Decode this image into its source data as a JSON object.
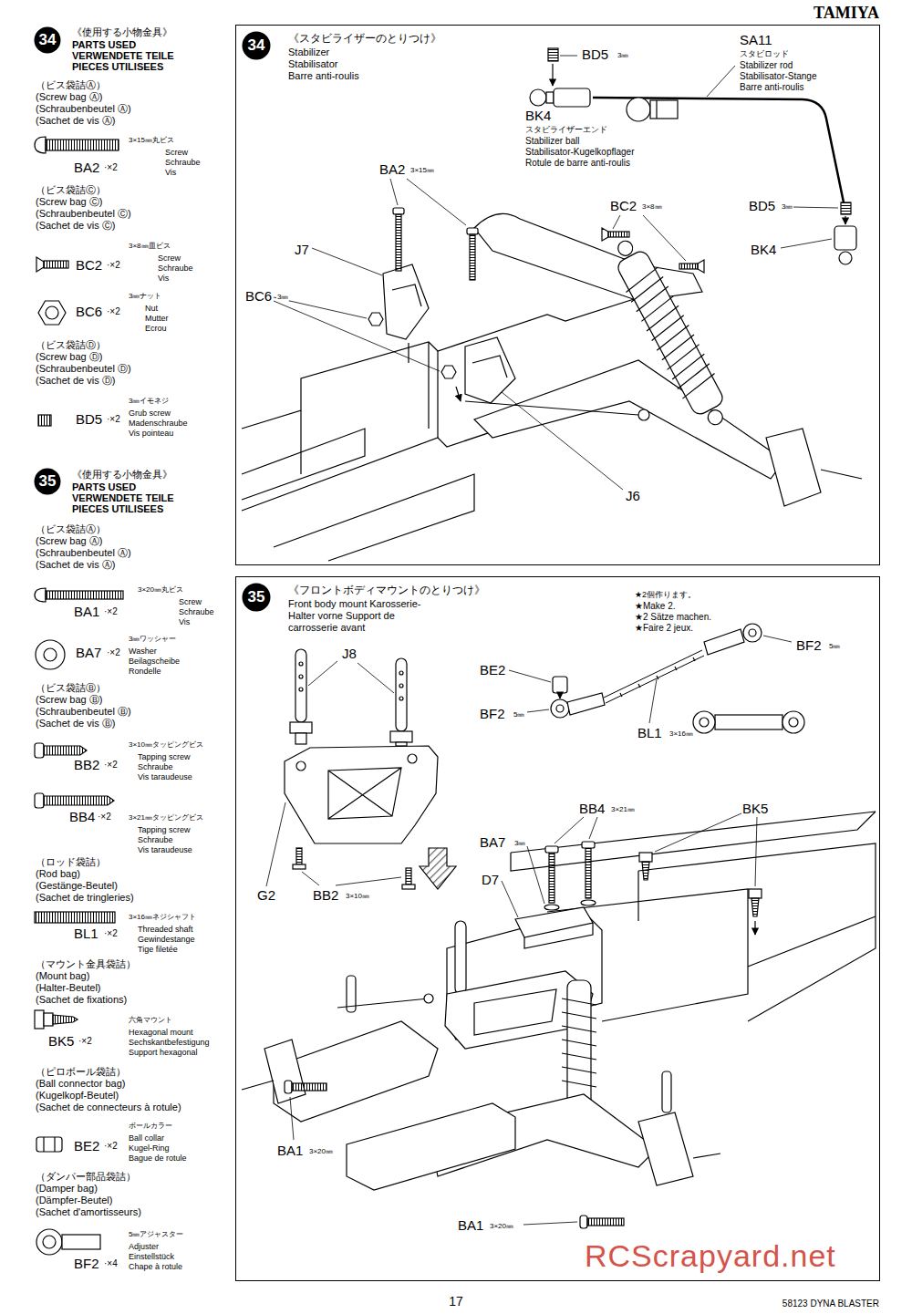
{
  "diagram": {
    "nodes": [
      {
        "text": [
          "34"
        ]
      },
      {
        "text": [
          "35"
        ]
      },
      {
        "text": [
          "《スタビライザーのとりつけ》",
          "Stabilizer Stabilisator Barre anti-roulis"
        ]
      },
      {
        "text": [
          "34"
        ],
        "in": 2
      },
      {
        "text": [
          "《フロントボディマウントのとりつけ》",
          "Front body mount Karosserie-Halter vorne Support de carrosserie avant"
        ]
      },
      {
        "text": [
          "35"
        ],
        "in": 4
      }
    ],
    "labels": [
      "《使用する小物金具》",
      "PARTS USED",
      "VERWENDETE TEILE",
      "PIECES UTILISEES",
      "（ビス袋詰Ⓐ）",
      "(Screw bag Ⓐ)",
      "(Schraubenbeutel Ⓐ)",
      "(Sachet de vis Ⓐ)",
      "3×15㎜丸ビス",
      "Screw",
      "Schraube",
      "Vis",
      "BA2",
      "·×2",
      "（ビス袋詰Ⓒ）",
      "(Screw bag Ⓒ)",
      "(Schraubenbeutel Ⓒ)",
      "(Sachet de vis Ⓒ)",
      "3×8㎜皿ビス",
      "Screw",
      "Schraube",
      "Vis",
      "BC2",
      "·×2",
      "3㎜ナット",
      "Nut",
      "Mutter",
      "Ecrou",
      "BC6",
      "·×2",
      "（ビス袋詰Ⓓ）",
      "(Screw bag Ⓓ)",
      "(Schraubenbeutel Ⓓ)",
      "(Sachet de vis Ⓓ)",
      "3㎜イモネジ",
      "Grub screw",
      "Madenschraube",
      "Vis pointeau",
      "BD5",
      "·×2",
      "《使用する小物金具》",
      "PARTS USED",
      "VERWENDETE TEILE",
      "PIECES UTILISEES",
      "（ビス袋詰Ⓐ）",
      "(Screw bag Ⓐ)",
      "(Schraubenbeutel Ⓐ)",
      "(Sachet de vis Ⓐ)",
      "3×20㎜丸ビス",
      "Screw",
      "Schraube",
      "Vis",
      "BA1",
      "·×2",
      "3㎜ワッシャー",
      "Washer",
      "Beilagscheibe",
      "Rondelle",
      "BA7",
      "·×2",
      "（ビス袋詰Ⓑ）",
      "(Screw bag Ⓑ)",
      "(Schraubenbeutel Ⓑ)",
      "(Sachet de vis Ⓑ)",
      "3×10㎜タッピングビス",
      "Tapping screw",
      "Schraube",
      "Vis taraudeuse",
      "BB2",
      "·×2",
      "BB4",
      "·×2",
      "3×21㎜タッピングビス",
      "Tapping screw",
      "Schraube",
      "Vis taraudeuse",
      "（ロッド袋詰）",
      "(Rod bag)",
      "(Gestänge-Beutel)",
      "(Sachet de tringleries)",
      "3×16㎜ネジシャフト",
      "Threaded shaft",
      "Gewindestange",
      "Tige filetée",
      "BL1",
      "·×2",
      "（マウント金具袋詰）",
      "(Mount bag)",
      "(Halter-Beutel)",
      "(Sachet de fixations)",
      "六角マウント",
      "Hexagonal mount",
      "Sechskantbefestigung",
      "Support hexagonal",
      "BK5",
      "·×2",
      "（ピロボール袋詰）",
      "(Ball connector bag)",
      "(Kugelkopf-Beutel)",
      "(Sachet de connecteurs à rotule)",
      "ボールカラー",
      "Ball collar",
      "Kugel-Ring",
      "Bague de rotule",
      "BE2",
      "·×2",
      "（ダンパー部品袋詰）",
      "(Damper bag)",
      "(Dämpfer-Beutel)",
      "(Sachet d'amortisseurs)",
      "5㎜アジャスター",
      "Adjuster",
      "Einstellstück",
      "Chape à rotule",
      "BF2",
      "·×4",
      "BD5",
      "3㎜",
      "BK4",
      "スタビライザーエンド",
      "Stabilizer ball",
      "Stabilisator-Kugelkopflager",
      "Rotule de barre anti-roulis",
      "SA11",
      "スタビロッド",
      "Stabilizer rod",
      "Stabilisator-Stange",
      "Barre anti-roulis",
      "BA2",
      "3×15㎜",
      "BC2",
      "3×8㎜",
      "BD5",
      "3㎜",
      "BK4",
      "J7",
      "BC6",
      "3㎜",
      "J6",
      "★2個作ります。",
      "★Make 2.",
      "★2 Sätze machen.",
      "★Faire 2 jeux.",
      "J8",
      "BE2",
      "BF2",
      "5㎜",
      "BF2",
      "5㎜",
      "BL1",
      "3×16㎜",
      "BB4",
      "3×21㎜",
      "BK5",
      "BA7",
      "3㎜",
      "D7",
      "G2",
      "BB2",
      "3×10㎜",
      "BA1",
      "3×20㎜",
      "BA1",
      "3×20㎜",
      "TAMIYA",
      "17",
      "58123 DYNA BLASTER",
      "RCScrapyard.net"
    ]
  }
}
